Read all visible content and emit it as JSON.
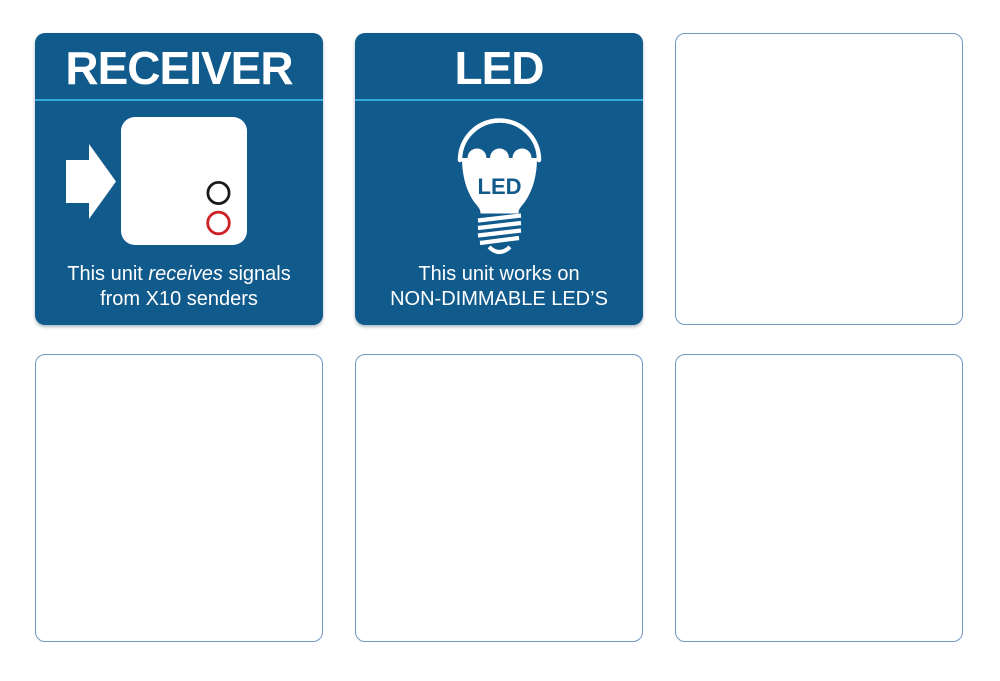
{
  "page": {
    "background": "#FFFFFF"
  },
  "colors": {
    "card_blue": "#115A8C",
    "divider_cyan": "#31AADC",
    "empty_card_border": "#7199C4",
    "title_text": "#FFFFFF",
    "caption_text": "#FFFFFF",
    "indicator_black": "#1A1A1A",
    "indicator_red": "#CE2127"
  },
  "cards": {
    "receiver": {
      "title": "RECEIVER",
      "icons": [
        "right-arrow-icon",
        "receiver-module-icon",
        "indicator-circle-black",
        "indicator-circle-red"
      ],
      "caption": {
        "line1_pre": "This unit ",
        "line1_em": "receives",
        "line1_post": " signals",
        "line2": "from X10 senders"
      }
    },
    "led": {
      "title": "LED",
      "icons": [
        "led-bulb-icon"
      ],
      "bulb_label": "LED",
      "caption": {
        "line1": "This unit works on",
        "line2": "NON-DIMMABLE LED’S"
      }
    },
    "empty": {
      "count": 4
    }
  }
}
